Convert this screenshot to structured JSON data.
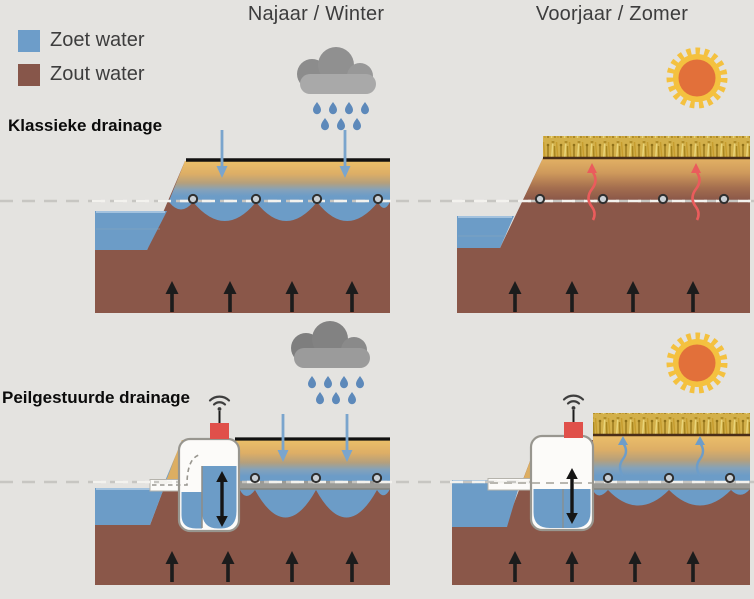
{
  "columns": {
    "left_title": "Najaar / Winter",
    "right_title": "Voorjaar / Zomer"
  },
  "legend": {
    "items": [
      {
        "label": "Zoet water",
        "color": "#6d9dc9"
      },
      {
        "label": "Zout water",
        "color": "#87564a"
      }
    ]
  },
  "rows": {
    "classic_label": "Klassieke drainage",
    "controlled_label": "Peilgestuurde drainage"
  },
  "icons": [
    "rain-cloud-icon",
    "raindrop-icon",
    "sun-icon",
    "wifi-icon",
    "drain-outlet-icon",
    "seepage-arrow",
    "infiltration-arrow",
    "evaporation-arrow",
    "capillary-rise-arrow",
    "level-range-arrow"
  ],
  "colors": {
    "background": "#e4e3e0",
    "fresh_water": "#6c9cc7",
    "salt_soil": "#8a5749",
    "sand_topsoil": "#e0b164",
    "crop_gold": "#d3b04a",
    "cloud_gray": "#8c8c8c",
    "rain_blue": "#5d89ba",
    "sun_core": "#e2703a",
    "sun_rays": "#f4c13f",
    "evaporation_red": "#ea5c5c",
    "seepage_black": "#1c1c1c",
    "drain_pipe_gray": "#9b9b97",
    "control_well_white": "#fcfbf9",
    "telemetry_red": "#e0504a",
    "level_line_white": "#f3f2ee",
    "level_line_gray": "#c7c6c2"
  }
}
